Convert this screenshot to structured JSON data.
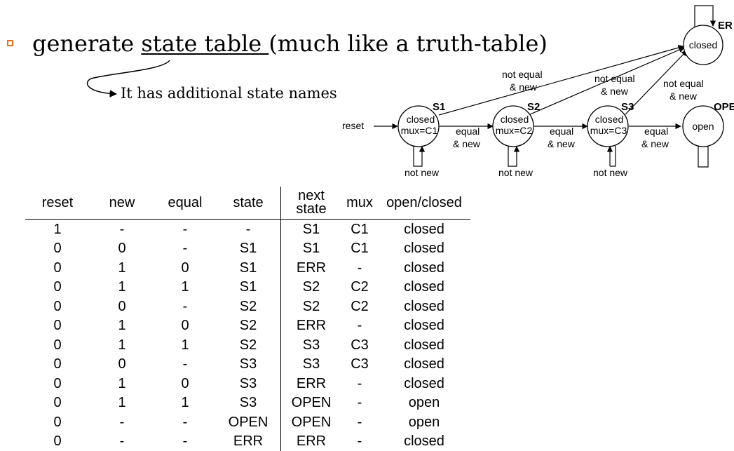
{
  "header": {
    "title_before": "generate ",
    "title_underlined": "state table ",
    "title_after": "(much like a truth-table)",
    "note": "It has additional state names"
  },
  "diagram": {
    "states": [
      {
        "id": "S1",
        "label": "S1",
        "line1": "closed",
        "line2": "mux=C1"
      },
      {
        "id": "S2",
        "label": "S2",
        "line1": "closed",
        "line2": "mux=C2"
      },
      {
        "id": "S3",
        "label": "S3",
        "line1": "closed",
        "line2": "mux=C3"
      },
      {
        "id": "OPEN",
        "label": "OPE",
        "line1": "open"
      },
      {
        "id": "ERR",
        "label": "ER",
        "line1": "closed"
      }
    ],
    "edges": {
      "reset": "reset",
      "not_new": "not new",
      "equal": "equal",
      "and_new": "& new",
      "not_equal": "not equal"
    }
  },
  "table": {
    "headers": [
      "reset",
      "new",
      "equal",
      "state",
      "next state",
      "mux",
      "open/closed"
    ],
    "header_next_1": "next",
    "header_next_2": "state",
    "rows": [
      [
        "1",
        "-",
        "-",
        "-",
        "S1",
        "C1",
        "closed"
      ],
      [
        "0",
        "0",
        "-",
        "S1",
        "S1",
        "C1",
        "closed"
      ],
      [
        "0",
        "1",
        "0",
        "S1",
        "ERR",
        "-",
        "closed"
      ],
      [
        "0",
        "1",
        "1",
        "S1",
        "S2",
        "C2",
        "closed"
      ],
      [
        "0",
        "0",
        "-",
        "S2",
        "S2",
        "C2",
        "closed"
      ],
      [
        "0",
        "1",
        "0",
        "S2",
        "ERR",
        "-",
        "closed"
      ],
      [
        "0",
        "1",
        "1",
        "S2",
        "S3",
        "C3",
        "closed"
      ],
      [
        "0",
        "0",
        "-",
        "S3",
        "S3",
        "C3",
        "closed"
      ],
      [
        "0",
        "1",
        "0",
        "S3",
        "ERR",
        "-",
        "closed"
      ],
      [
        "0",
        "1",
        "1",
        "S3",
        "OPEN",
        "-",
        "open"
      ],
      [
        "0",
        "-",
        "-",
        "OPEN",
        "OPEN",
        "-",
        "open"
      ],
      [
        "0",
        "-",
        "-",
        "ERR",
        "ERR",
        "-",
        "closed"
      ]
    ]
  },
  "colors": {
    "bullet": "#e8701a"
  }
}
